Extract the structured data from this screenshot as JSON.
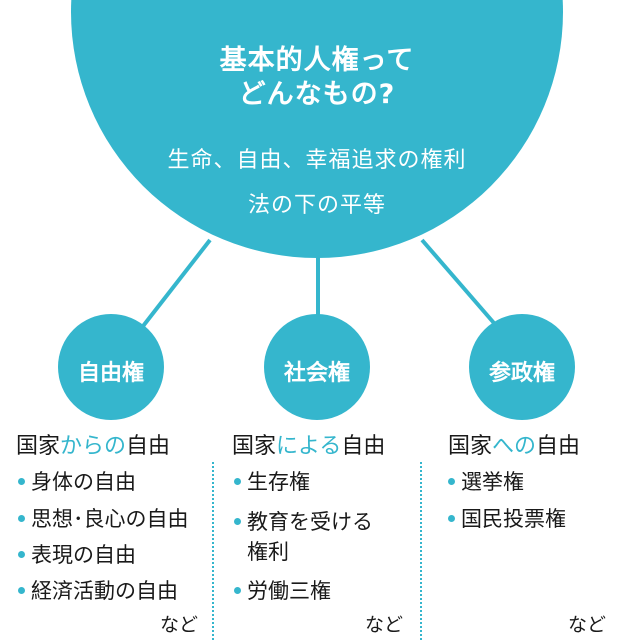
{
  "colors": {
    "accent": "#35b6cd",
    "text": "#1a1a1a",
    "background": "#ffffff"
  },
  "center": {
    "title_line1": "基本的人権って",
    "title_line2": "どんなもの?",
    "line1": "生命、自由、幸福追求の権利",
    "line2": "法の下の平等"
  },
  "nodes": [
    {
      "label": "自由権"
    },
    {
      "label": "社会権"
    },
    {
      "label": "参政権"
    }
  ],
  "columns": [
    {
      "heading_pre": "国家",
      "heading_accent": "からの",
      "heading_post": "自由",
      "items": [
        "身体の自由",
        "思想･良心の自由",
        "表現の自由",
        "経済活動の自由"
      ],
      "more": "など"
    },
    {
      "heading_pre": "国家",
      "heading_accent": "による",
      "heading_post": "自由",
      "items": [
        "生存権",
        "教育を受ける",
        "権利",
        "労働三権"
      ],
      "more": "など"
    },
    {
      "heading_pre": "国家",
      "heading_accent": "への",
      "heading_post": "自由",
      "items": [
        "選挙権",
        "国民投票権"
      ],
      "more": "など"
    }
  ]
}
